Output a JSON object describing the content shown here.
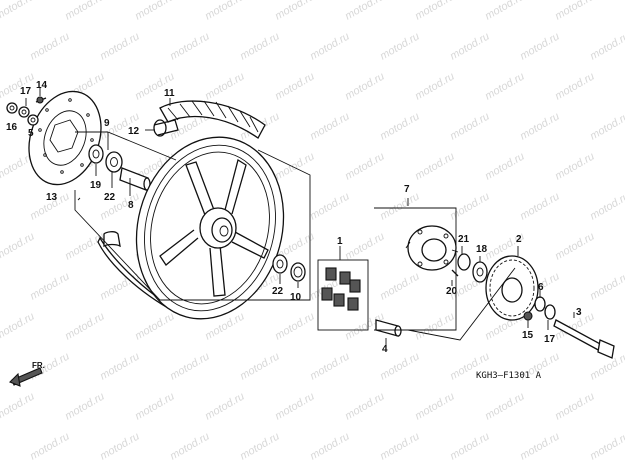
{
  "watermark": "motod.ru",
  "diagram_code": "KGH3—F1301 A",
  "direction_label": "FR.",
  "labels": {
    "l1": "1",
    "l2": "2",
    "l3": "3",
    "l4": "4",
    "l5": "5",
    "l6": "6",
    "l7": "7",
    "l8": "8",
    "l9": "9",
    "l10": "10",
    "l11": "11",
    "l12": "12",
    "l13": "13",
    "l14": "14",
    "l15": "15",
    "l16": "16",
    "l17a": "17",
    "l17b": "17",
    "l18": "18",
    "l19": "19",
    "l20": "20",
    "l21": "21",
    "l22a": "22",
    "l22b": "22"
  }
}
